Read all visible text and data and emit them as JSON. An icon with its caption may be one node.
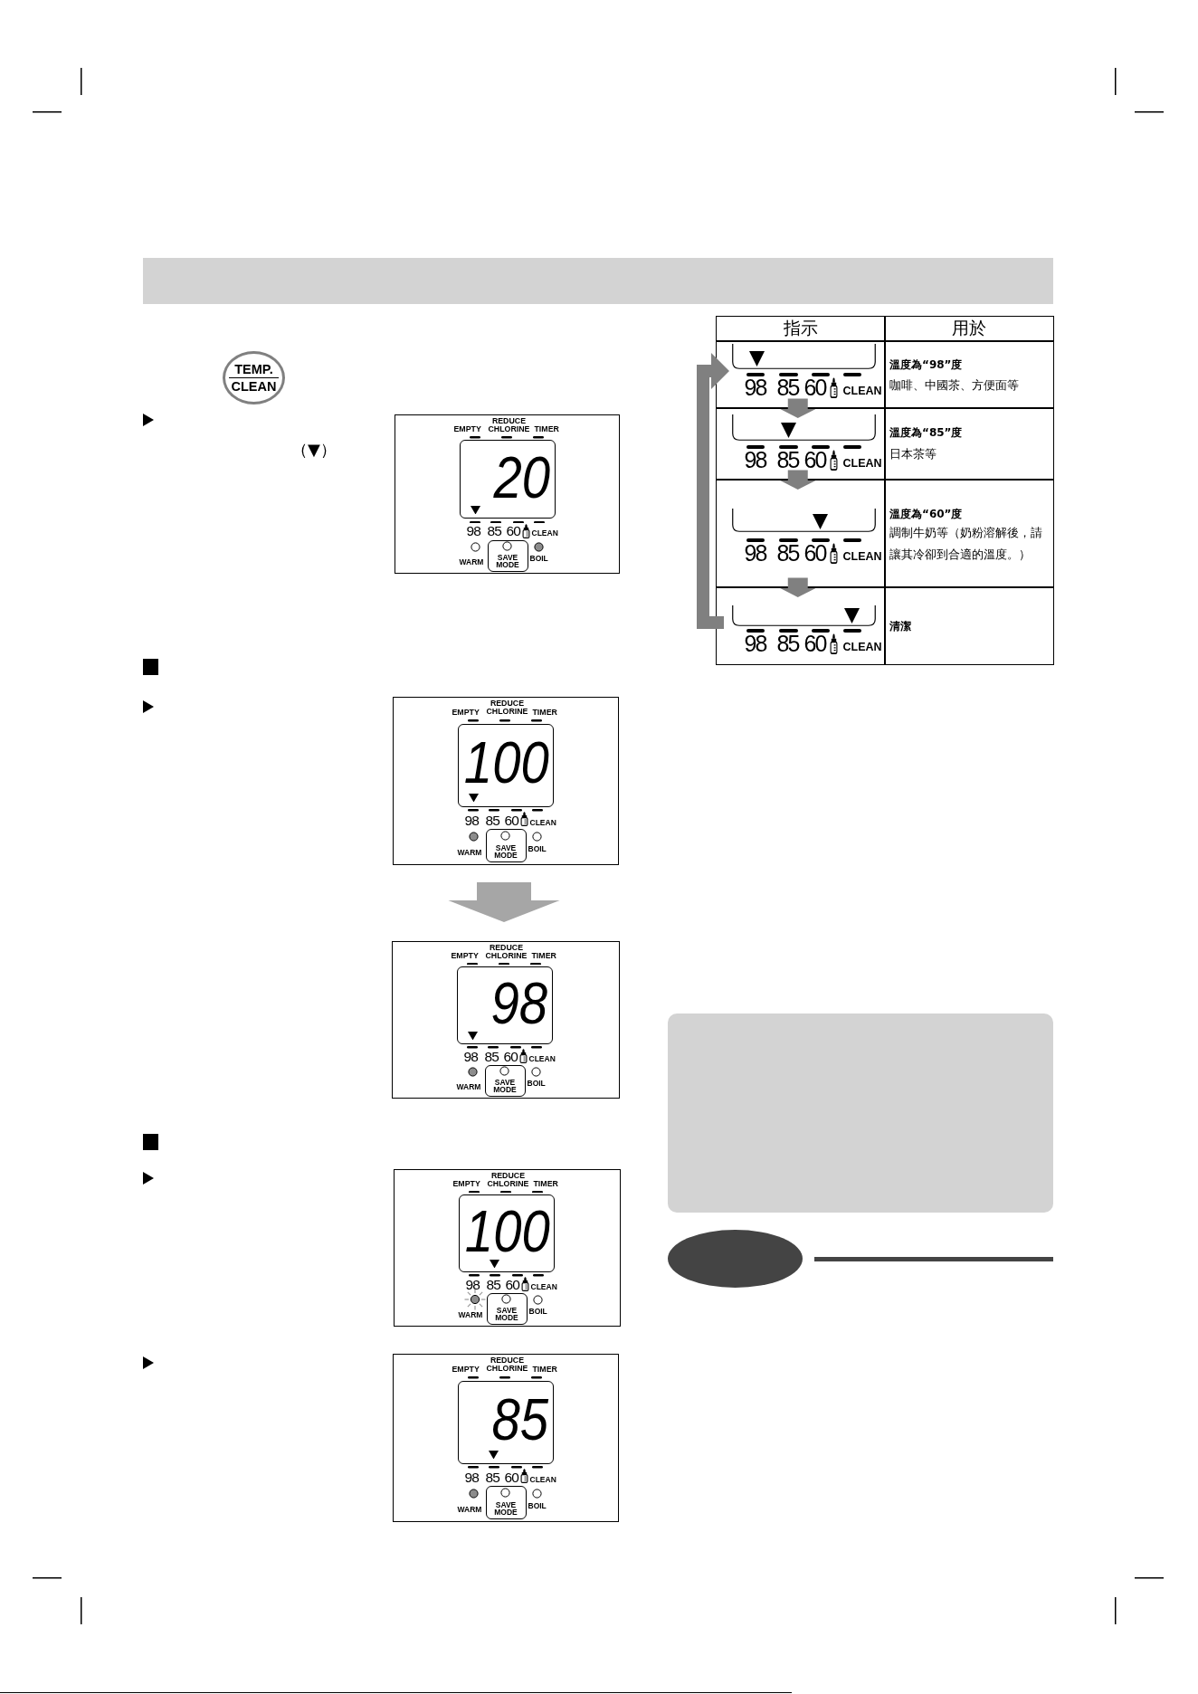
{
  "diagram": {
    "nodes": [
      {
        "text": [
          "TEMP.",
          "CLEAN"
        ]
      },
      {
        "text": [
          "EMPTY",
          "REDUCE CHLORINE",
          "TIMER",
          "98",
          "85",
          "60",
          "CLEAN",
          "WARM",
          "BOIL"
        ]
      },
      {
        "text": [
          "20"
        ],
        "in": 1
      },
      {
        "text": [
          "SAVE MODE"
        ],
        "in": 1
      },
      {
        "text": [
          "EMPTY",
          "REDUCE CHLORINE",
          "TIMER",
          "98",
          "85",
          "60",
          "CLEAN",
          "WARM",
          "BOIL"
        ]
      },
      {
        "text": [
          "100"
        ],
        "in": 4
      },
      {
        "text": [
          "SAVE MODE"
        ],
        "in": 4
      },
      {
        "text": [
          "EMPTY",
          "REDUCE CHLORINE",
          "TIMER",
          "98",
          "85",
          "60",
          "CLEAN",
          "WARM",
          "BOIL"
        ]
      },
      {
        "text": [
          "98"
        ],
        "in": 7
      },
      {
        "text": [
          "SAVE MODE"
        ],
        "in": 7
      },
      {
        "text": [
          "EMPTY",
          "REDUCE CHLORINE",
          "TIMER",
          "98",
          "85",
          "60",
          "CLEAN",
          "WARM",
          "BOIL"
        ]
      },
      {
        "text": [
          "100"
        ],
        "in": 10
      },
      {
        "text": [
          "SAVE MODE"
        ],
        "in": 10
      },
      {
        "text": [
          "EMPTY",
          "REDUCE CHLORINE",
          "TIMER",
          "98",
          "85",
          "60",
          "CLEAN",
          "WARM",
          "BOIL"
        ]
      },
      {
        "text": [
          "85"
        ],
        "in": 13
      },
      {
        "text": [
          "SAVE MODE"
        ],
        "in": 13
      },
      {
        "text": [
          "指示"
        ]
      },
      {
        "text": [
          "用於"
        ]
      },
      {
        "text": [
          "98",
          "85",
          "60",
          "CLEAN"
        ]
      },
      {
        "text": [
          "溫度為“98”度",
          "咖啡、中國茶、方便面等"
        ]
      },
      {
        "text": [
          "98",
          "85",
          "60",
          "CLEAN"
        ]
      },
      {
        "text": [
          "溫度為“85”度",
          "日本茶等"
        ]
      },
      {
        "text": [
          "98",
          "85",
          "60",
          "CLEAN"
        ]
      },
      {
        "text": [
          "溫度為“60”度",
          "調制牛奶等（奶粉溶解後，請讓其冷卻到合適的溫度。）"
        ]
      },
      {
        "text": [
          "98",
          "85",
          "60",
          "CLEAN"
        ]
      },
      {
        "text": [
          "清潔"
        ]
      },
      {
        "text": [],
        "shape": "box"
      },
      {
        "text": [],
        "shape": "ellipse"
      }
    ],
    "edges": [
      {
        "from": 4,
        "to": 7,
        "arrow": "to",
        "style": "thick",
        "color": "#a6a6a6"
      },
      {
        "from": 18,
        "to": 20,
        "arrow": "to"
      },
      {
        "from": 20,
        "to": 22,
        "arrow": "to"
      },
      {
        "from": 22,
        "to": 24,
        "arrow": "to"
      },
      {
        "from": 24,
        "to": 18,
        "arrow": "to"
      }
    ],
    "labels": [
      "（▼）"
    ]
  }
}
